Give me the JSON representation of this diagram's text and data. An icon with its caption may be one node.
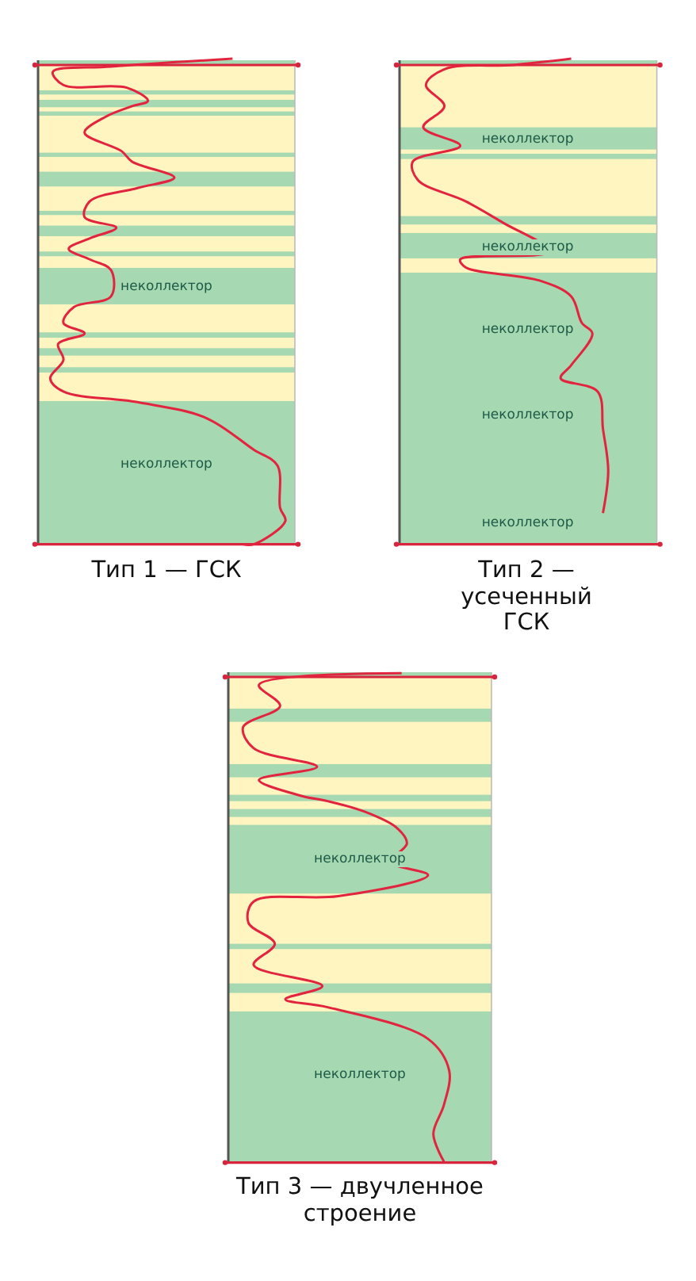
{
  "diagram": {
    "nodes": [
      {
        "text": [
          "неколлектор",
          "неколлектор"
        ],
        "beside": [
          "Тип 1 — ГСК"
        ]
      },
      {
        "text": [
          "неколлектор",
          "неколлектор",
          "неколлектор",
          "неколлектор",
          "неколлектор"
        ],
        "beside": [
          "Тип 2 — усеченный ГСК"
        ]
      },
      {
        "text": [
          "неколлектор",
          "неколлектор"
        ],
        "beside": [
          "Тип 3 — двучленное строение"
        ]
      }
    ]
  }
}
